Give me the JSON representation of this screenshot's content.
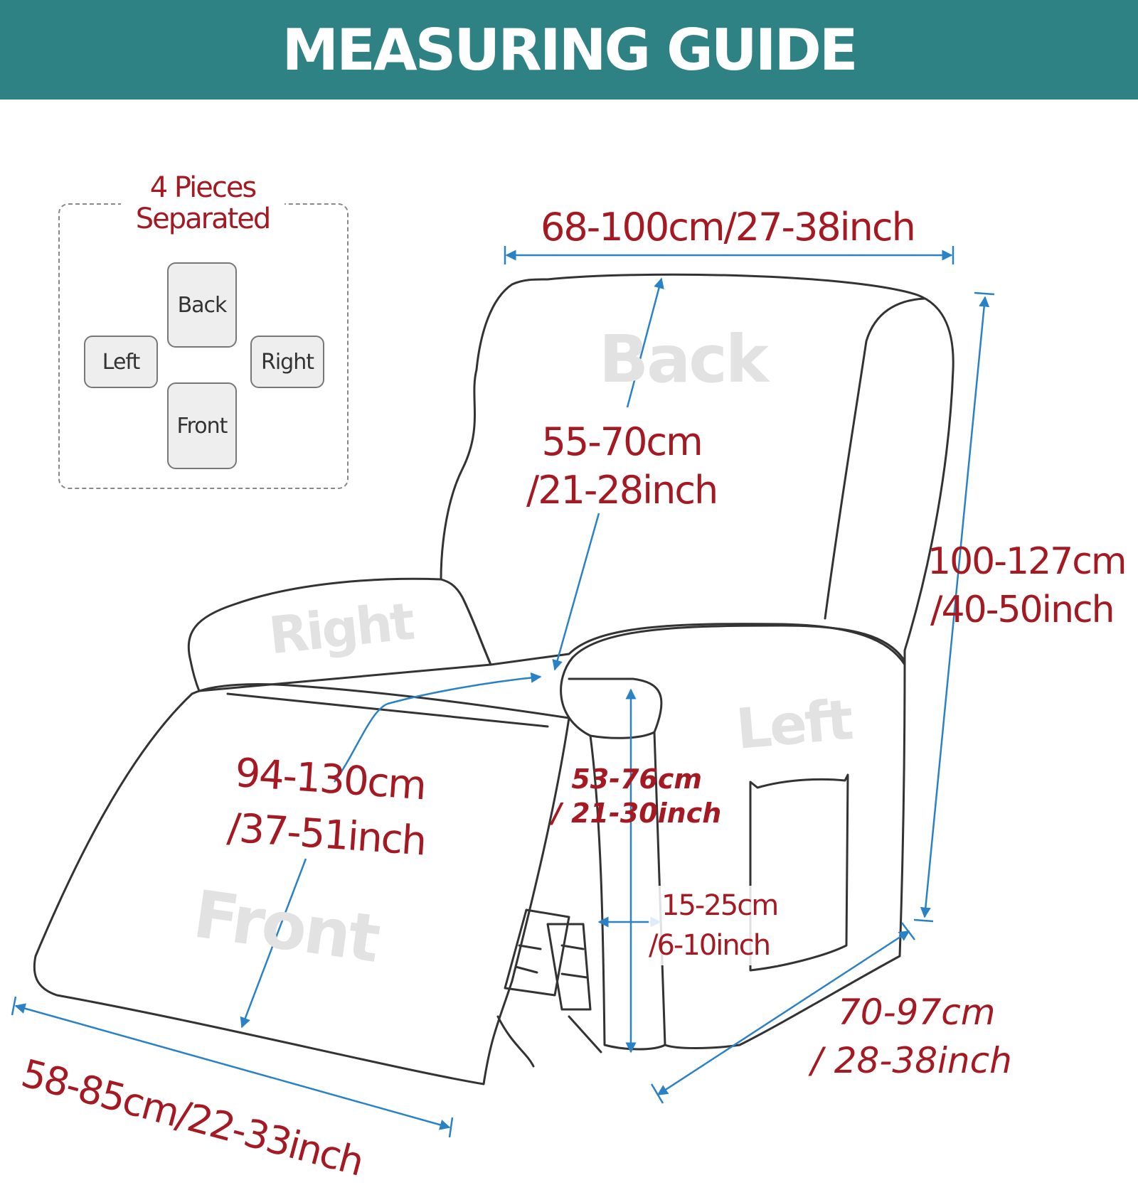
{
  "header": {
    "title": "MEASURING GUIDE"
  },
  "pieces": {
    "title_line1": "4 Pieces",
    "title_line2": "Separated",
    "back": "Back",
    "left": "Left",
    "right": "Right",
    "front": "Front"
  },
  "chair_labels": {
    "back": "Back",
    "right": "Right",
    "left": "Left",
    "front": "Front"
  },
  "measurements": {
    "back_width": "68-100cm/27-38inch",
    "back_height_line1": "55-70cm",
    "back_height_line2": "/21-28inch",
    "total_height_line1": "100-127cm",
    "total_height_line2": "/40-50inch",
    "seat_length_line1": "94-130cm",
    "seat_length_line2": "/37-51inch",
    "arm_height_line1": "53-76cm",
    "arm_height_line2": "/ 21-30inch",
    "arm_width_line1": "15-25cm",
    "arm_width_line2": "/6-10inch",
    "depth_line1": "70-97cm",
    "depth_line2": "/ 28-38inch",
    "footrest_width": "58-85cm/22-33inch"
  },
  "colors": {
    "banner": "#2f8283",
    "label_red": "#a51a22",
    "arrow_blue": "#2a82c6",
    "outline": "#333333"
  }
}
